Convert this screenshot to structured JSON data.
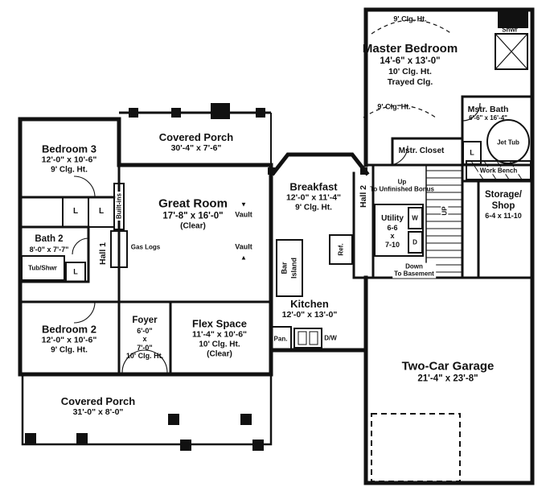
{
  "colors": {
    "ink": "#111111",
    "background": "#ffffff"
  },
  "icons": {
    "vault_arrow_down": "▼",
    "vault_arrow_up": "▲"
  },
  "labels": {
    "clg9_master_top": "9' Clg. Ht.",
    "clg9_master_mid": "9' Clg. Ht.",
    "master": {
      "name": "Master Bedroom",
      "dims": "14'-6\" x 13'-0\"",
      "clg": "10' Clg. Ht.",
      "tray": "Trayed Clg."
    },
    "shwr": "Shwr",
    "mbath": {
      "name": "Mstr. Bath",
      "dims": "6'-6\" x 16'-4\""
    },
    "jettub": "Jet Tub",
    "mcloset": "Mstr. Closet",
    "linen_master": "L",
    "workbench": "Work Bench",
    "bonus": {
      "l1": "Up",
      "l2": "To Unfinished Bonus"
    },
    "storage": {
      "n1": "Storage/",
      "n2": "Shop",
      "dims": "6-4 x 11-10"
    },
    "utility": {
      "name": "Utility",
      "d1": "6-6",
      "d2": "x",
      "d3": "7-10"
    },
    "washer": "W",
    "dryer": "D",
    "up": "UP",
    "basement": {
      "l1": "Down",
      "l2": "To Basement"
    },
    "hall2": "Hall 2",
    "breakfast": {
      "name": "Breakfast",
      "dims": "12'-0\" x 11'-4\"",
      "clg": "9' Clg. Ht."
    },
    "ref": "Ref.",
    "kitchen": {
      "name": "Kitchen",
      "dims": "12'-0\" x 13'-0\""
    },
    "bar": "Bar",
    "island": "Island",
    "dw": "D/W",
    "pan": "Pan.",
    "vault": "Vault",
    "great": {
      "name": "Great Room",
      "dims": "17'-8\" x 16'-0\"",
      "clear": "(Clear)"
    },
    "gaslogs": "Gas Logs",
    "builtins": "Built-ins",
    "porch_top": {
      "name": "Covered Porch",
      "dims": "30'-4\" x 7'-6\""
    },
    "bed3": {
      "name": "Bedroom 3",
      "dims": "12'-0\" x 10'-6\"",
      "clg": "9' Clg. Ht."
    },
    "closet_l": "L",
    "bath2": {
      "name": "Bath 2",
      "dims": "8'-0\" x 7'-7\""
    },
    "tubshwr": "Tub/Shwr",
    "hall1": "Hall 1",
    "bed2": {
      "name": "Bedroom 2",
      "dims": "12'-0\" x 10'-6\"",
      "clg": "9' Clg. Ht."
    },
    "foyer": {
      "name": "Foyer",
      "d1": "6'-0\"",
      "d2": "x",
      "d3": "7'-0\"",
      "clg": "10' Clg. Ht."
    },
    "flex": {
      "name": "Flex Space",
      "dims": "11'-4\" x 10'-6\"",
      "clg": "10' Clg. Ht.",
      "clear": "(Clear)"
    },
    "porch_bottom": {
      "name": "Covered Porch",
      "dims": "31'-0\" x 8'-0\""
    },
    "garage": {
      "name": "Two-Car Garage",
      "dims": "21'-4\" x 23'-8\""
    }
  }
}
